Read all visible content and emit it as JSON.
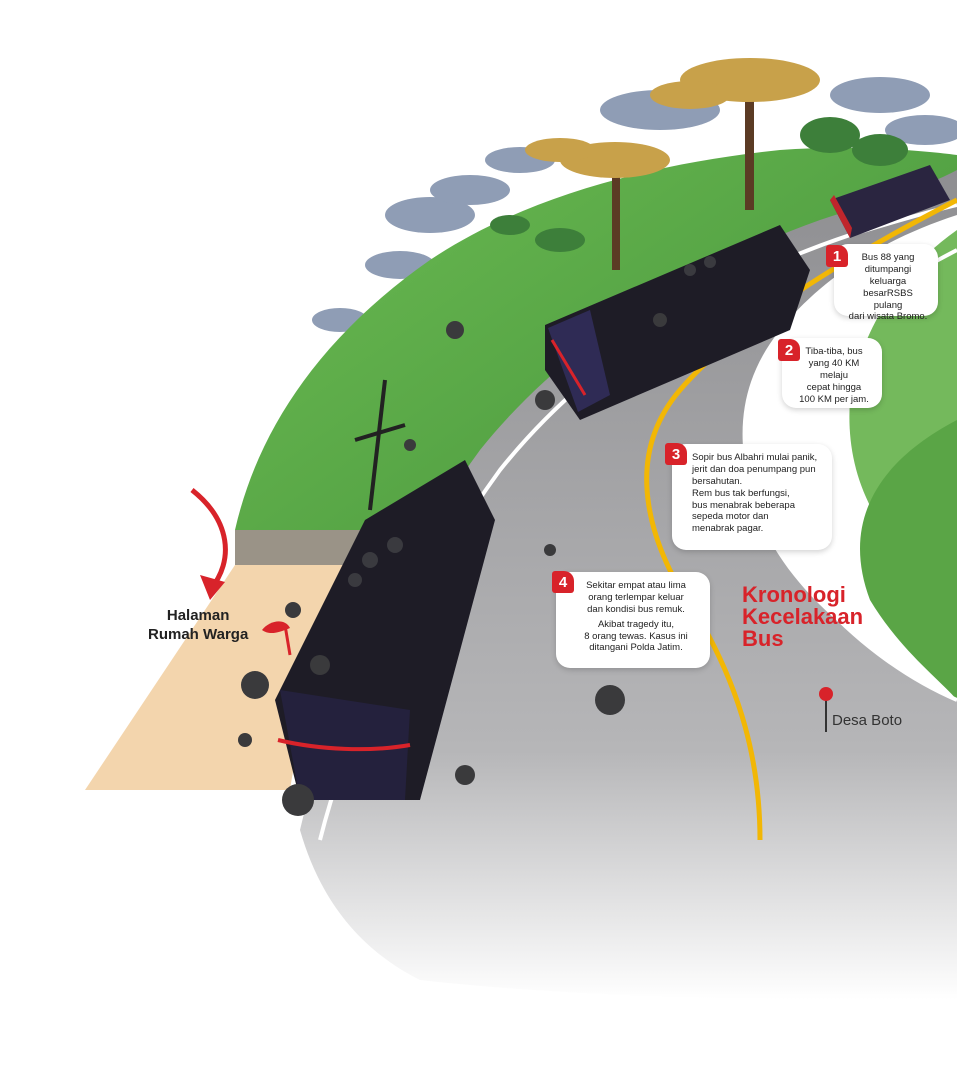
{
  "title": {
    "lines": [
      "Kronologi",
      "Kecelakaan",
      "Bus"
    ]
  },
  "area_label": {
    "lines": [
      "Halaman",
      "Rumah Warga"
    ]
  },
  "location_label": "Desa Boto",
  "steps": [
    {
      "number": "1",
      "lines": [
        "Bus 88 yang",
        "ditumpangi keluarga",
        "besarRSBS pulang",
        "dari wisata Bromo."
      ]
    },
    {
      "number": "2",
      "lines": [
        "Tiba-tiba, bus",
        "yang 40 KM melaju",
        "cepat hingga",
        "100 KM per jam."
      ]
    },
    {
      "number": "3",
      "lines": [
        "Sopir bus Albahri mulai panik,",
        "jerit dan doa penumpang pun",
        "bersahutan.",
        "Rem bus tak berfungsi,",
        "bus menabrak beberapa",
        "sepeda motor dan",
        "menabrak pagar."
      ]
    },
    {
      "number": "4",
      "lines": [
        "Sekitar empat atau lima",
        "orang terlempar keluar",
        "dan kondisi bus remuk.",
        "Akibat tragedy itu,",
        "8 orang tewas. Kasus ini",
        "ditangani Polda Jatim."
      ]
    }
  ],
  "colors": {
    "accent_red": "#d8232a",
    "grass": "#5aa546",
    "road": "#a9a9ab",
    "road_center_line": "#f2b705",
    "sky_trees": "#8f9db5",
    "yard": "#f3d5ad",
    "bus_body": "#1e1c26"
  },
  "icons": [
    "down-arrow-icon",
    "location-pin-icon",
    "red-flag-icon"
  ]
}
